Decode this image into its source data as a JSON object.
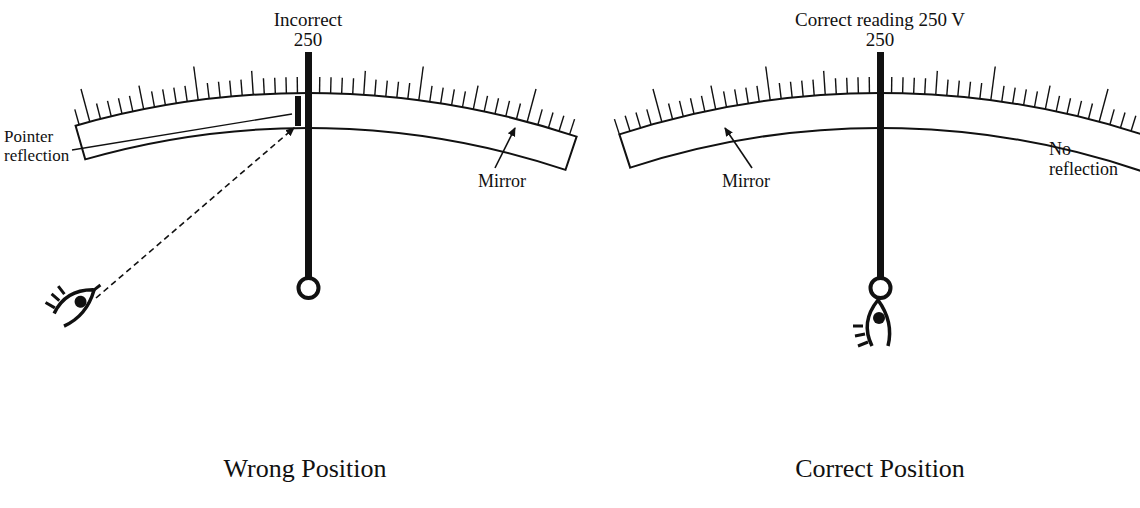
{
  "diagram": {
    "labels": [
      "Incorrect",
      "250",
      "Pointer reflection",
      "Mirror",
      "Wrong Position",
      "Correct reading 250 V",
      "250",
      "Mirror",
      "No reflection",
      "Correct Position"
    ]
  }
}
